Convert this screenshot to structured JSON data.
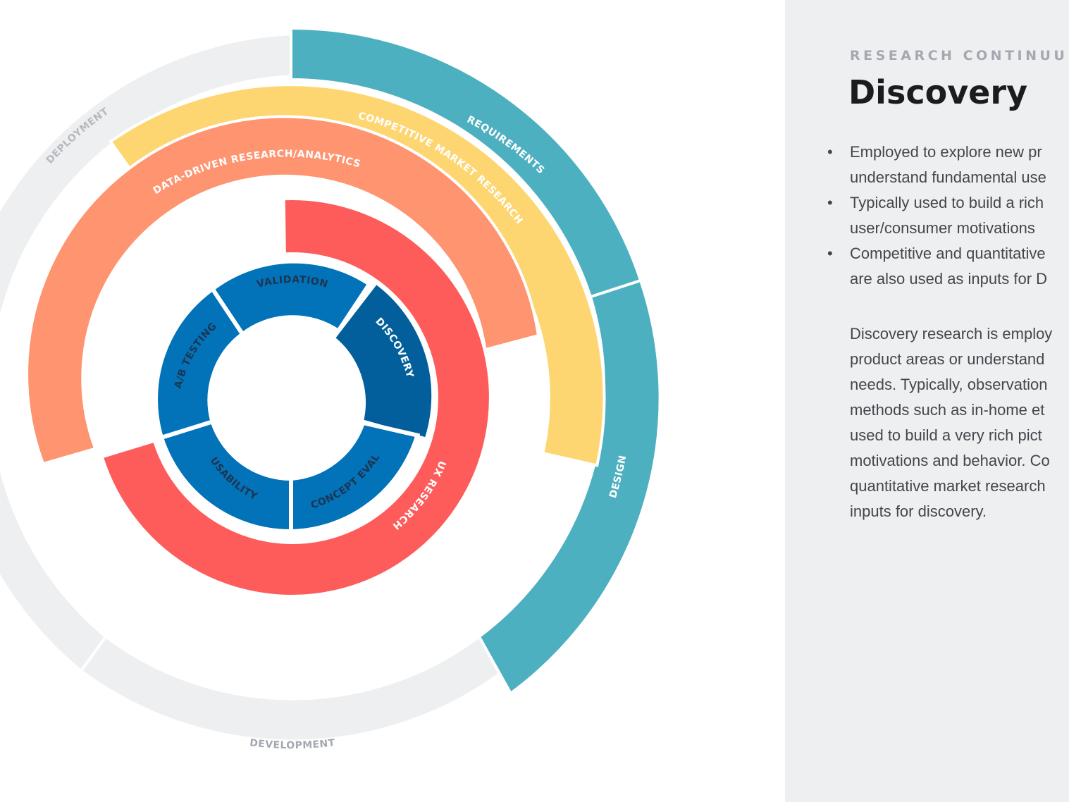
{
  "diagram": {
    "outer_ring": [
      {
        "id": "requirements",
        "label": "REQUIREMENTS",
        "color": "#4db0c0"
      },
      {
        "id": "design",
        "label": "DESIGN",
        "color": "#4db0c0"
      },
      {
        "id": "development",
        "label": "DEVELOPMENT",
        "color": "#eeeff1"
      },
      {
        "id": "deployment",
        "label": "DEPLOYMENT",
        "color": "#eeeff1"
      }
    ],
    "bands": [
      {
        "id": "competitive-market-research",
        "label": "COMPETITIVE  MARKET RESEARCH",
        "color": "#fed671"
      },
      {
        "id": "data-driven-research",
        "label": "DATA-DRIVEN  RESEARCH/ANALYTICS",
        "color": "#fe9470"
      },
      {
        "id": "ux-research",
        "label": "UX RESEARCH",
        "color": "#fe5c5b"
      }
    ],
    "core_segments": [
      {
        "id": "validation",
        "label": "VALIDATION",
        "color": "#0272b9",
        "active": false
      },
      {
        "id": "discovery",
        "label": "DISCOVERY",
        "color": "#025f9b",
        "active": true
      },
      {
        "id": "concept-eval",
        "label": "CONCEPT EVAL",
        "color": "#0272b9",
        "active": false
      },
      {
        "id": "usability",
        "label": "USABILITY",
        "color": "#0272b9",
        "active": false
      },
      {
        "id": "ab-testing",
        "label": "A/B TESTING",
        "color": "#0272b9",
        "active": false
      }
    ]
  },
  "panel": {
    "kicker": "RESEARCH CONTINUUM",
    "title": "Discovery",
    "bullets": [
      [
        "Employed to explore new pr",
        "understand fundamental use"
      ],
      [
        "Typically used to build a rich",
        "user/consumer motivations"
      ],
      [
        "Competitive and quantitative",
        "are also used as inputs for D"
      ]
    ],
    "paragraph": [
      "Discovery research is employ",
      "product areas or understand",
      "needs. Typically, observation",
      "methods such as in-home et",
      "used to build a very rich pict",
      "motivations and behavior. Co",
      "quantitative market research",
      "inputs for discovery."
    ]
  }
}
